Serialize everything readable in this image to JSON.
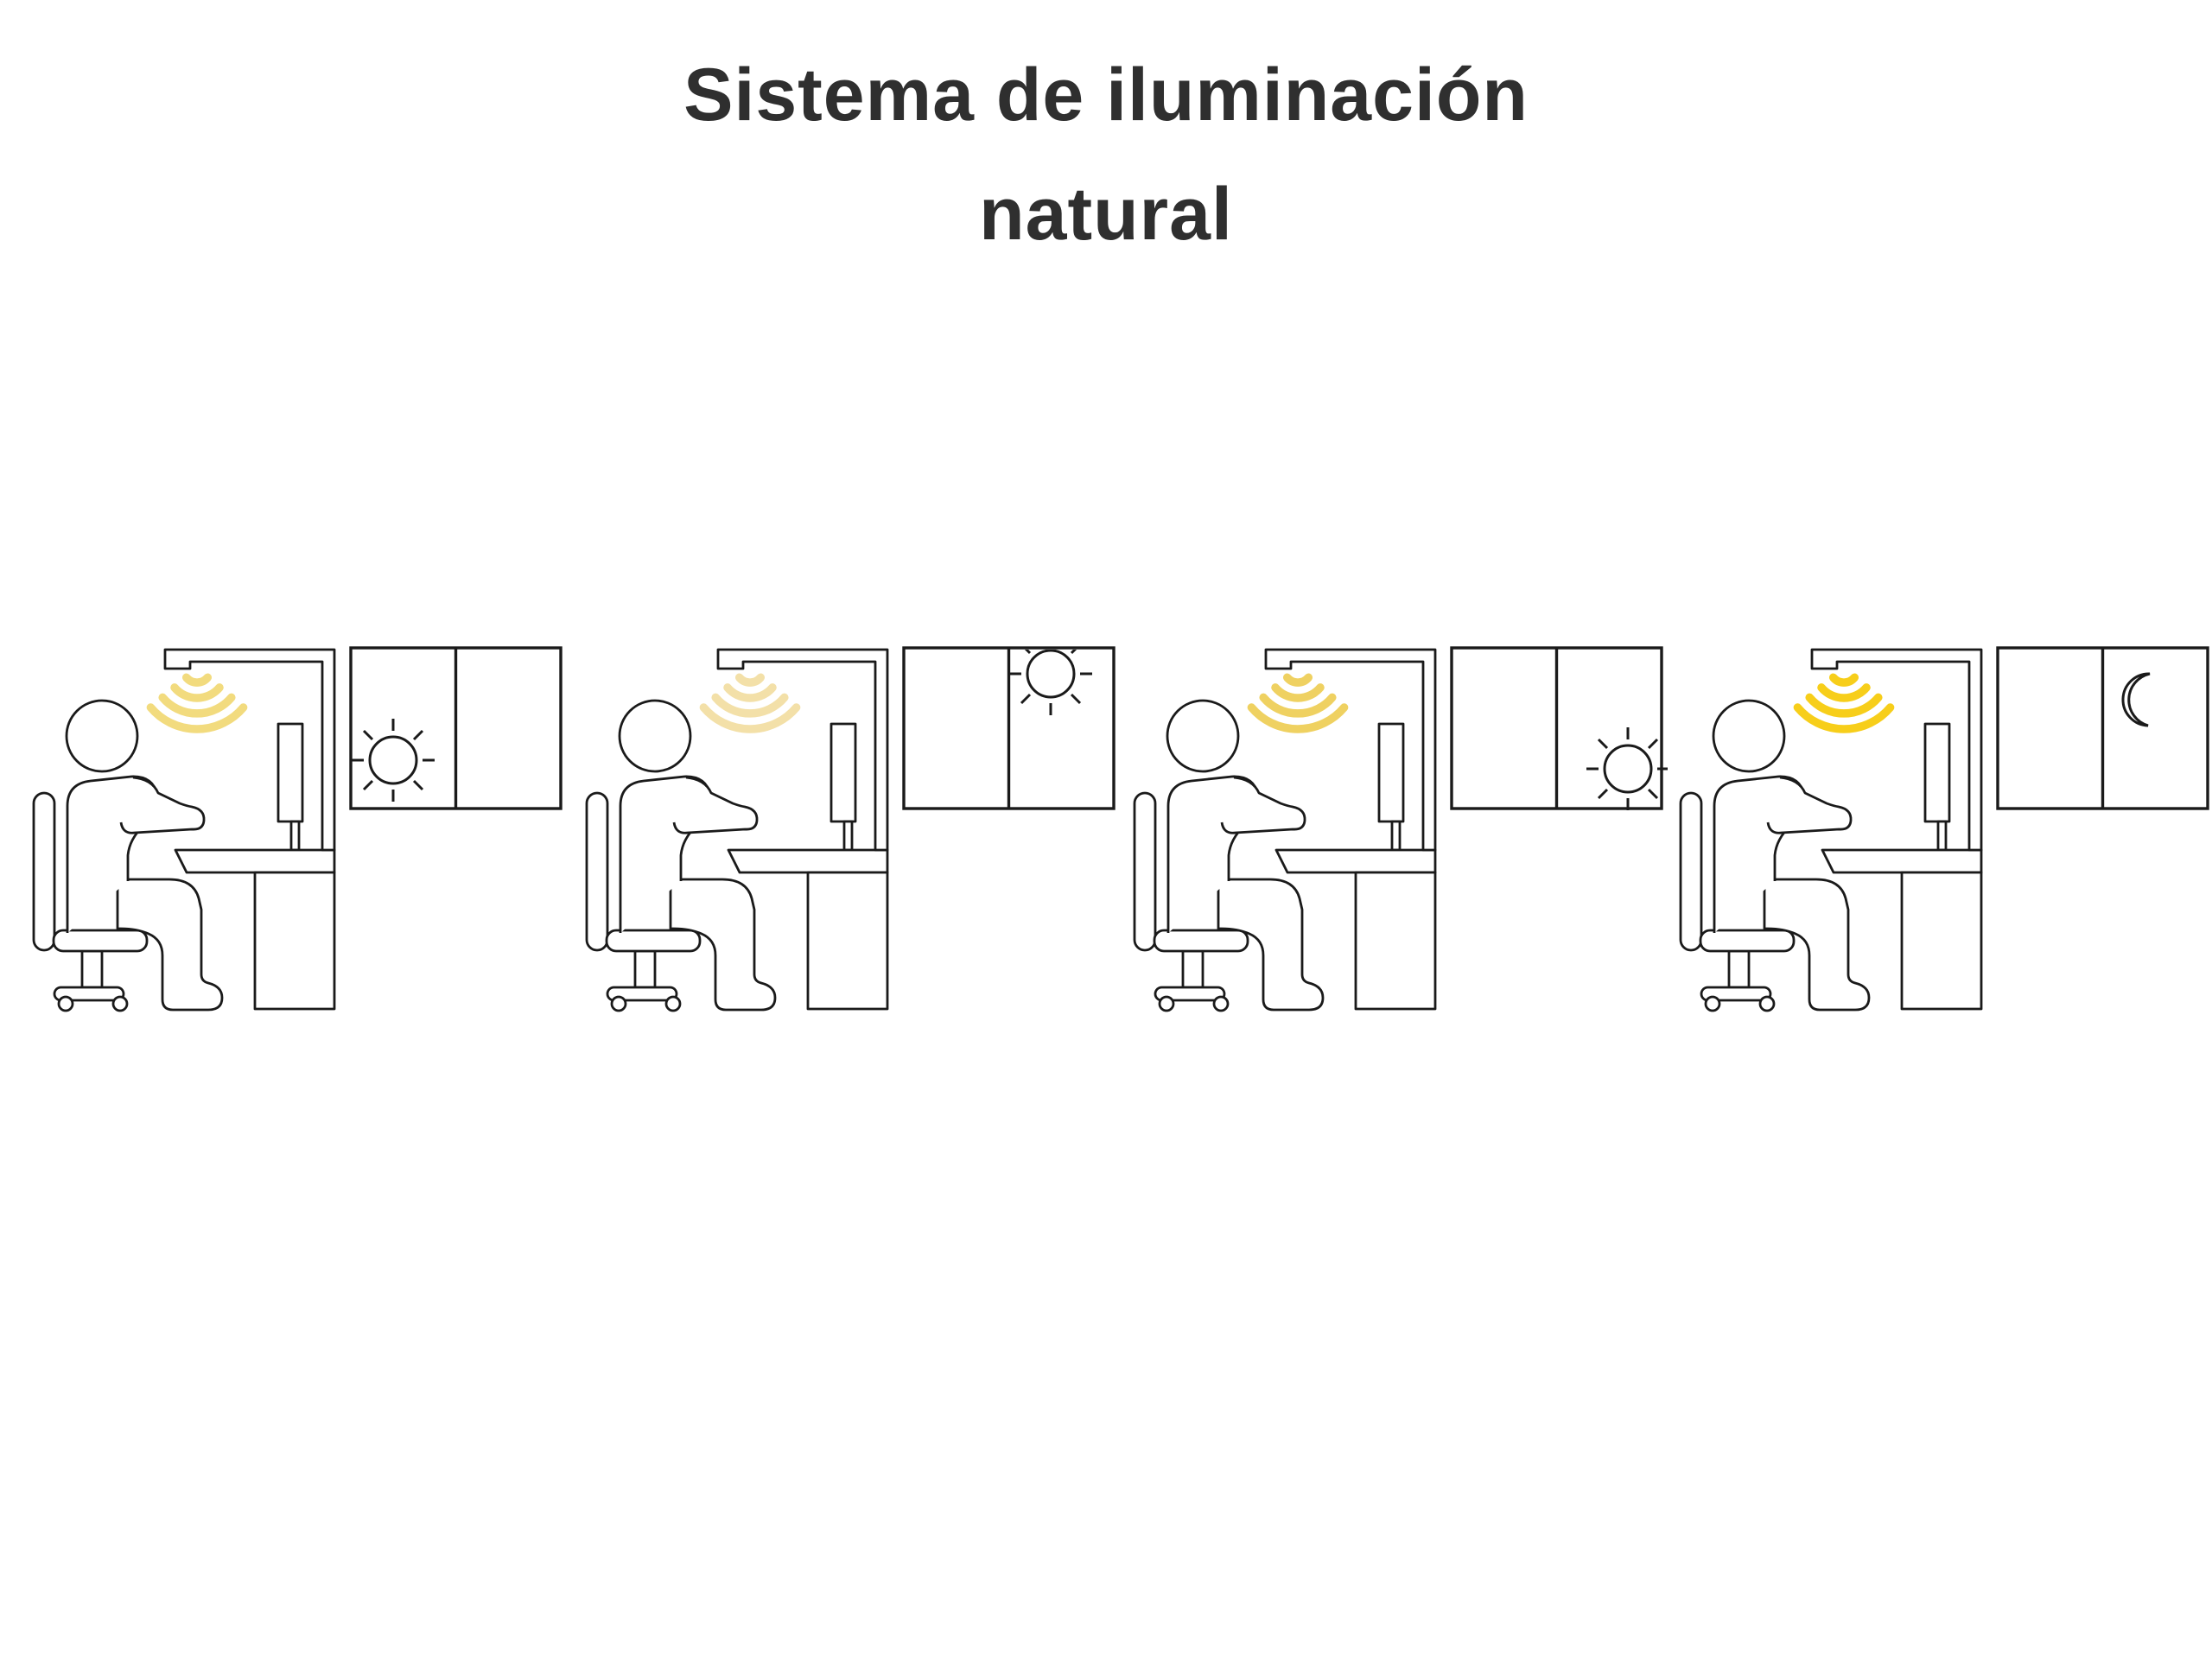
{
  "title": {
    "line1": "Sistema de iluminación",
    "line2": "natural"
  },
  "palette": {
    "background": "#ffffff",
    "line_color": "#1a1a1a",
    "title_color": "#2f2f2f"
  },
  "scenes": [
    {
      "id": "scene-1",
      "time_of_day": "morning",
      "lamp": {
        "icon": "light-waves-icon",
        "color": "#F2DB7E",
        "intensity": "low"
      },
      "window": {
        "icon": "sun-icon",
        "celestial": "sun",
        "position": "left-pane-middle"
      }
    },
    {
      "id": "scene-2",
      "time_of_day": "midday",
      "lamp": {
        "icon": "light-waves-icon",
        "color": "#F3E0A8",
        "intensity": "lowest"
      },
      "window": {
        "icon": "sun-icon",
        "celestial": "sun",
        "position": "right-pane-top"
      }
    },
    {
      "id": "scene-3",
      "time_of_day": "afternoon",
      "lamp": {
        "icon": "light-waves-icon",
        "color": "#EFD161",
        "intensity": "medium"
      },
      "window": {
        "icon": "sun-icon",
        "celestial": "sun",
        "position": "right-pane-lower"
      }
    },
    {
      "id": "scene-4",
      "time_of_day": "night",
      "lamp": {
        "icon": "light-waves-icon",
        "color": "#F7CE1A",
        "intensity": "high"
      },
      "window": {
        "icon": "moon-icon",
        "celestial": "moon",
        "position": "right-pane-upper"
      }
    }
  ]
}
